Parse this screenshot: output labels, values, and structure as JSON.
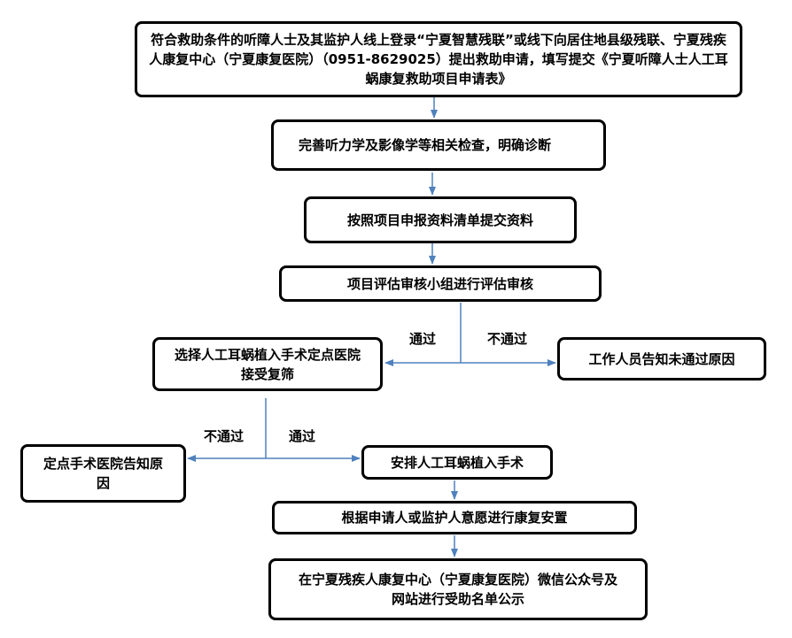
{
  "nodes": {
    "apply": "符合救助条件的听障人士及其监护人线上登录“宁夏智慧残联”或线下向居住地县级残联、宁夏残疾人康复中心（宁夏康复医院）（0951-8629025）提出救助申请，填写提交《宁夏听障人士人工耳蜗康复救助项目申请表》",
    "exam": "完善听力学及影像学等相关检查，明确诊断",
    "submit": "按照项目申报资料清单提交资料",
    "review": "项目评估审核小组进行评估审核",
    "screening": "选择人工耳蜗植入手术定点医院接受复筛",
    "reject_notice": "工作人员告知未通过原因",
    "hospital_notice": "定点手术医院告知原因",
    "surgery": "安排人工耳蜗植入手术",
    "rehab": "根据申请人或监护人意愿进行康复安置",
    "publicity": "在宁夏残疾人康复中心（宁夏康复医院）微信公众号及网站进行受助名单公示"
  },
  "labels": {
    "pass": "通过",
    "fail": "不通过"
  },
  "colors": {
    "border": "#000000",
    "arrow": "#4f81bd"
  }
}
